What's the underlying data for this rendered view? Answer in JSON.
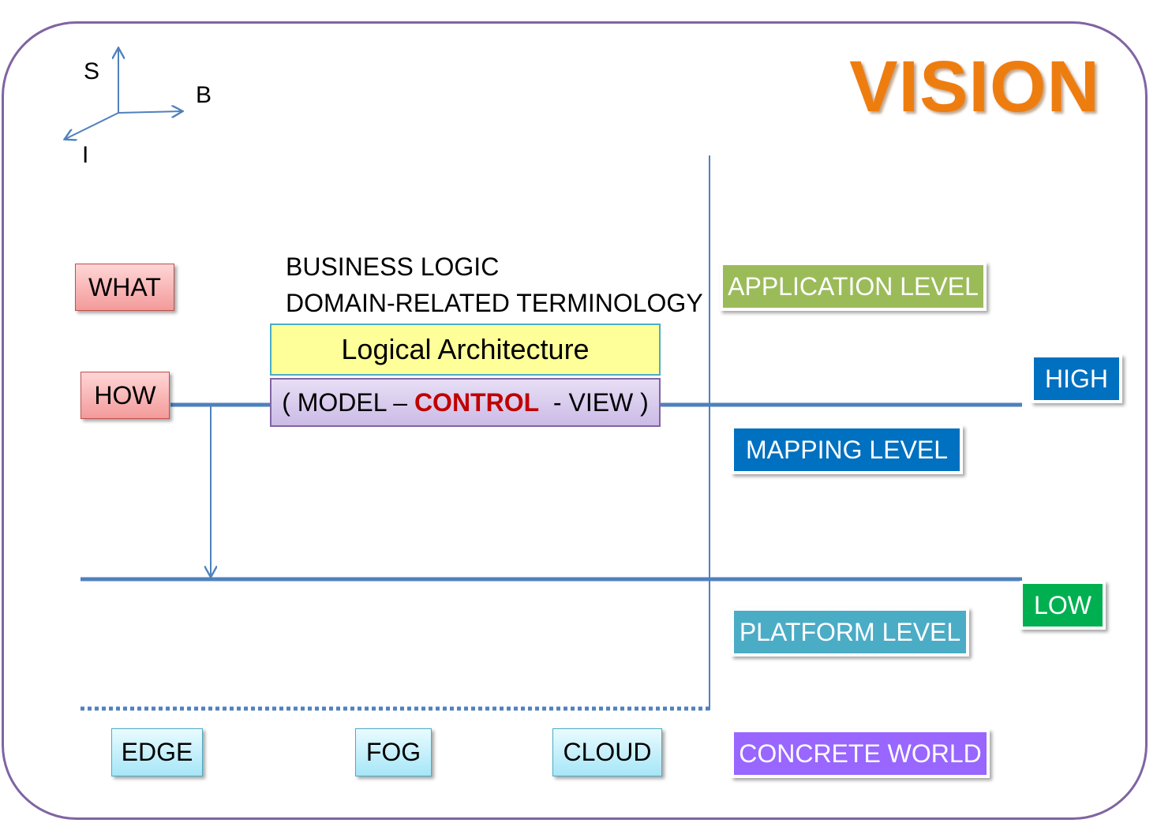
{
  "title": "VISION",
  "axes": {
    "s": "S",
    "b": "B",
    "i": "I"
  },
  "top_text": {
    "line1": "BUSINESS LOGIC",
    "line2": "DOMAIN-RELATED TERMINOLOGY"
  },
  "left_labels": {
    "what": "WHAT",
    "how": "HOW"
  },
  "logical_architecture": "Logical Architecture",
  "mvc": {
    "prefix": "( MODEL – ",
    "highlight": "CONTROL",
    "suffix": "  - VIEW )",
    "highlight_color": "#c00000"
  },
  "levels": {
    "application": "APPLICATION LEVEL",
    "mapping": "MAPPING  LEVEL",
    "platform": "PLATFORM LEVEL",
    "concrete": "CONCRETE WORLD"
  },
  "markers": {
    "high": "HIGH",
    "low": "LOW"
  },
  "bottom": {
    "edge": "EDGE",
    "fog": "FOG",
    "cloud": "CLOUD"
  },
  "colors": {
    "frame": "#8064a2",
    "line": "#4f81bd",
    "title": "#ee7d10",
    "application": "#9bbb59",
    "mapping": "#0070c0",
    "platform": "#4bacc6",
    "concrete": "#9966ff",
    "high": "#0070c0",
    "low": "#00b050"
  }
}
